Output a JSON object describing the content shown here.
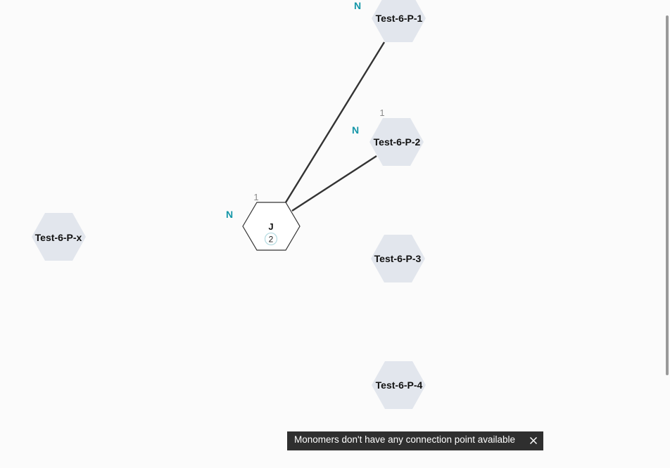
{
  "monomers": [
    {
      "id": "p1",
      "label": "Test-6-P-1",
      "terminal": "N",
      "index": ""
    },
    {
      "id": "p2",
      "label": "Test-6-P-2",
      "terminal": "N",
      "index": "1"
    },
    {
      "id": "p3",
      "label": "Test-6-P-3",
      "terminal": "",
      "index": ""
    },
    {
      "id": "p4",
      "label": "Test-6-P-4",
      "terminal": "",
      "index": ""
    },
    {
      "id": "px",
      "label": "Test-6-P-x",
      "terminal": "",
      "index": ""
    }
  ],
  "selected_monomer": {
    "label": "J",
    "count": "2",
    "terminal": "N",
    "index": "1"
  },
  "toast": {
    "message": "Monomers don't have any connection point available",
    "close_icon": "close-icon"
  },
  "colors": {
    "background": "#fbfbfb",
    "monomer_fill": "#e2e6ed",
    "terminal_text": "#1496a8",
    "bond": "#333333",
    "toast_bg": "#2f2f2f"
  }
}
